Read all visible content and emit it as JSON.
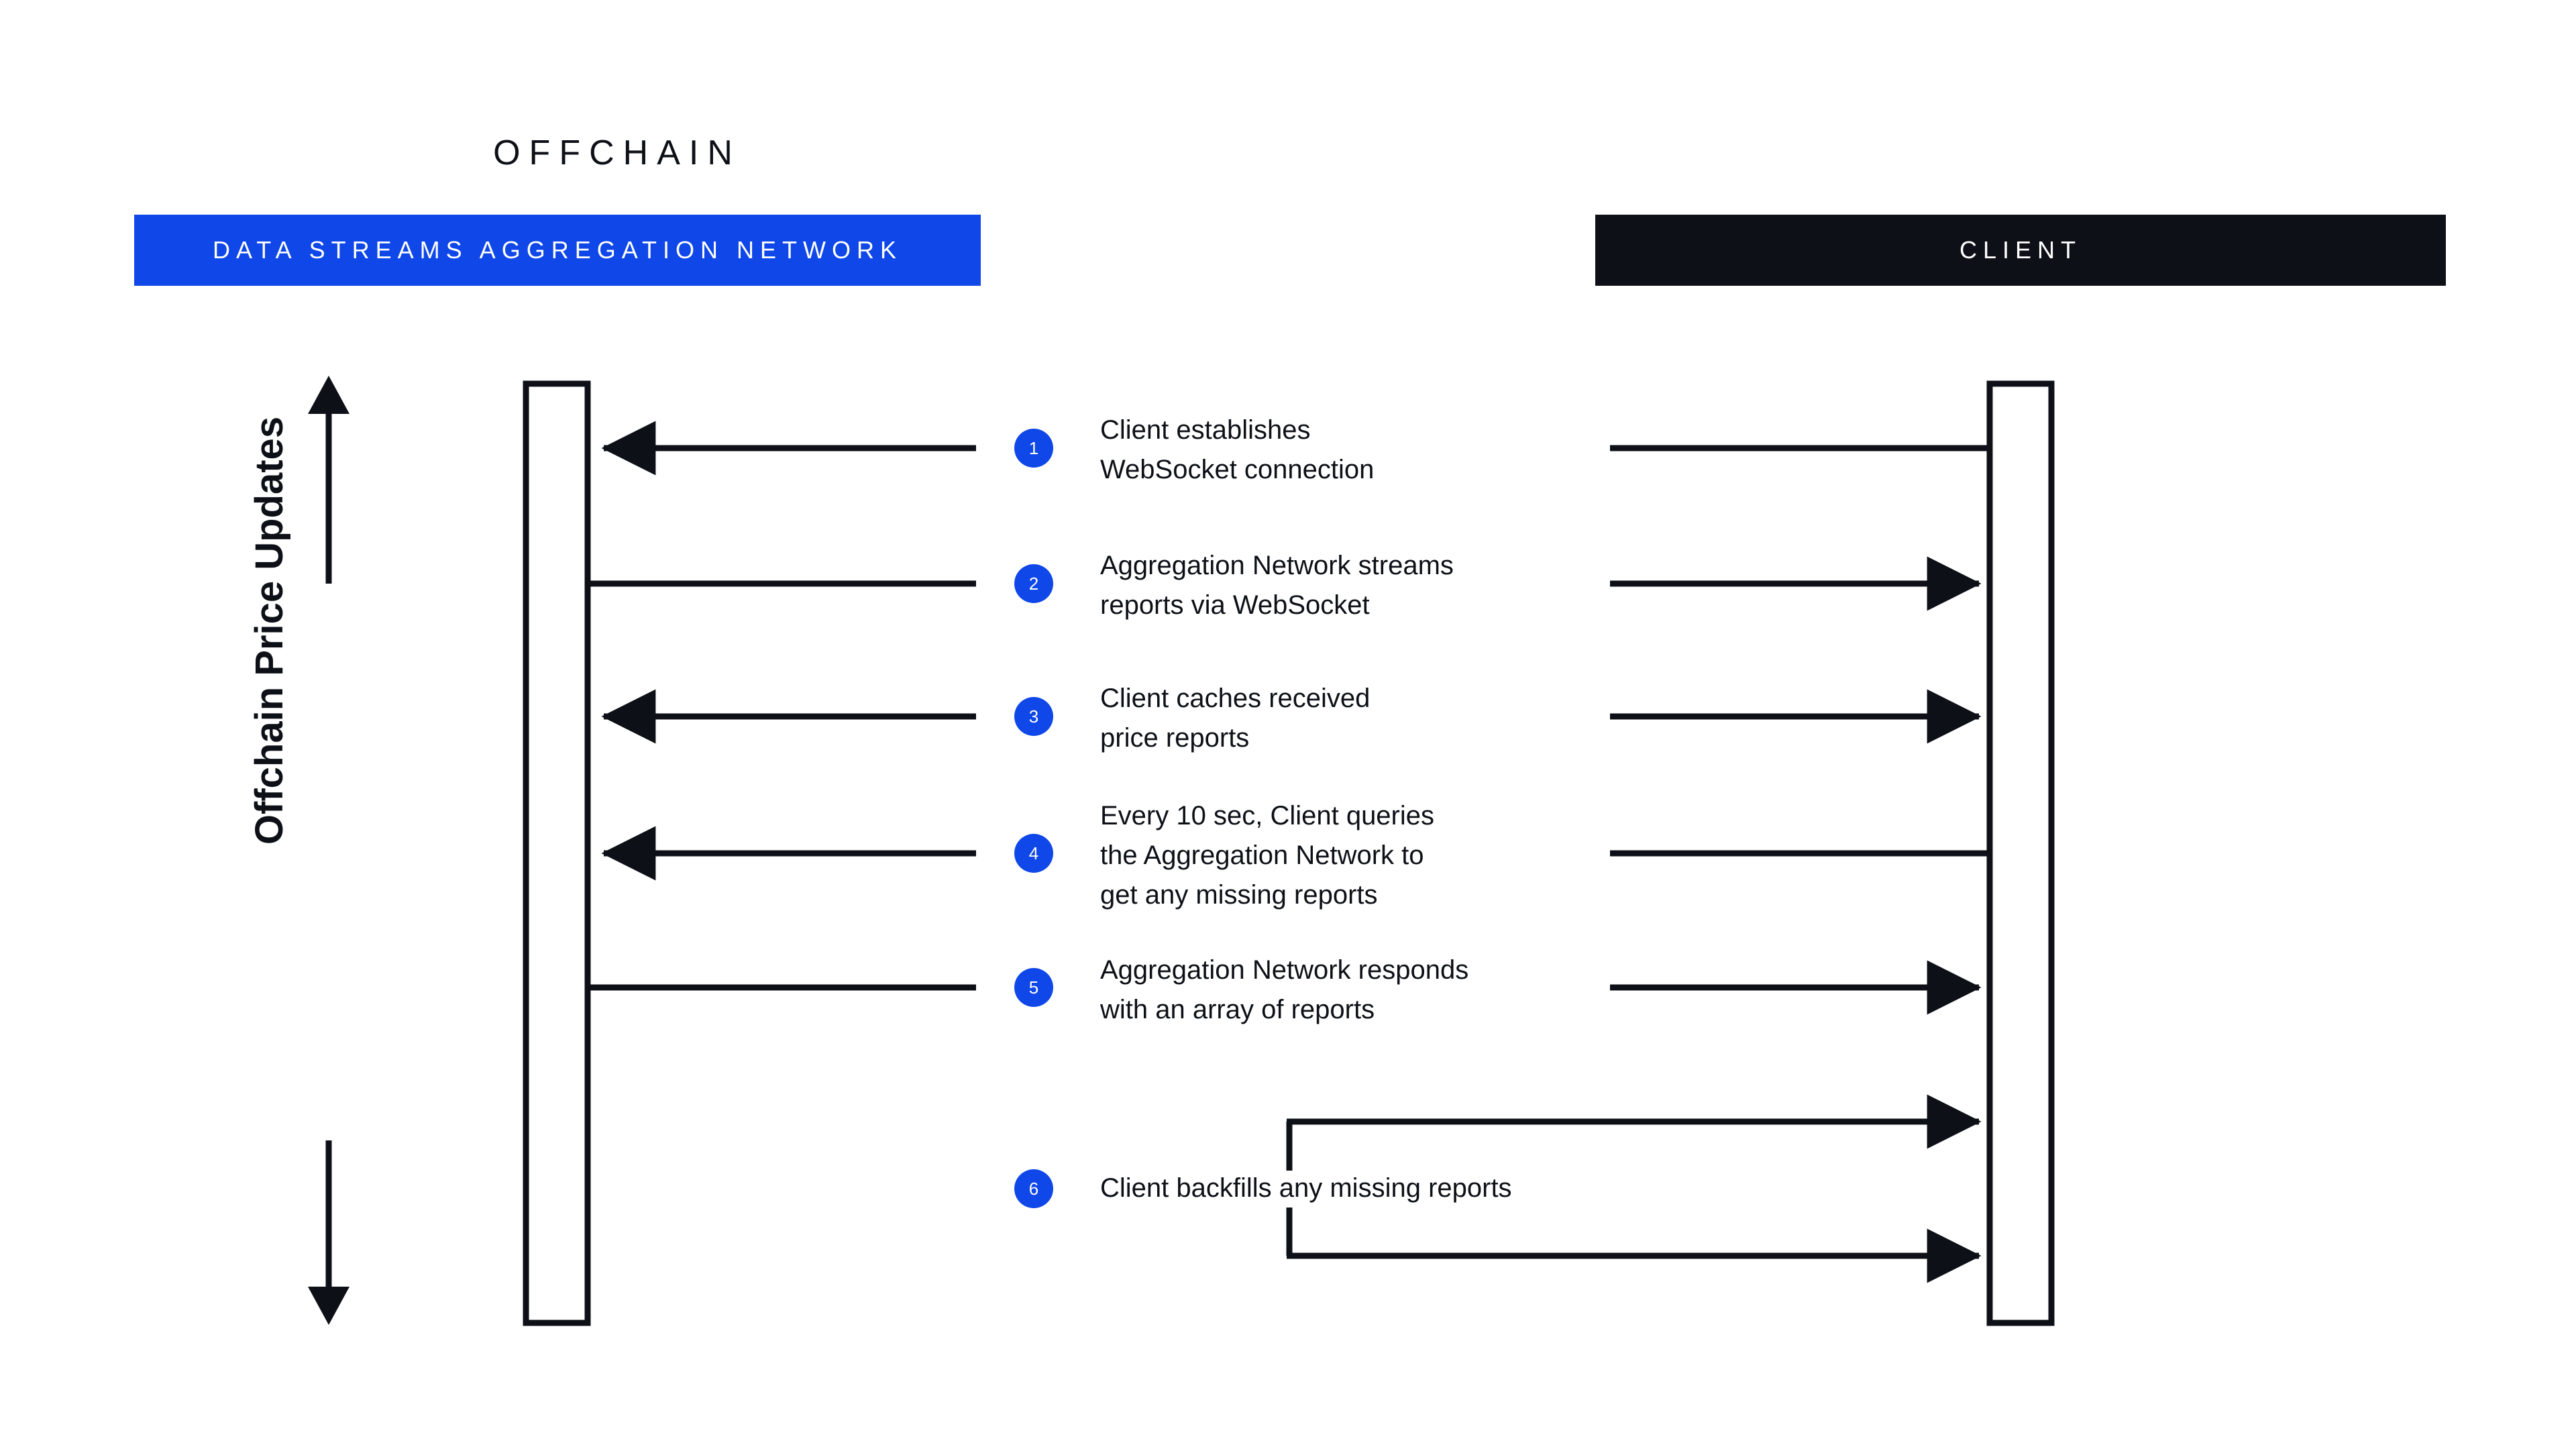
{
  "title": "OFFCHAIN",
  "colors": {
    "accent_blue": "#0f47e8",
    "dark": "#0d1117",
    "background": "#ffffff",
    "line": "#0d1117"
  },
  "actors": [
    {
      "id": "aggregation-network",
      "label": "DATA STREAMS AGGREGATION NETWORK",
      "bar_color": "#0f47e8"
    },
    {
      "id": "client",
      "label": "CLIENT",
      "bar_color": "#0d1117"
    }
  ],
  "axis": {
    "label": "Offchain Price Updates",
    "direction": "bidirectional",
    "top_arrow": "up-arrow",
    "bottom_arrow": "down-arrow"
  },
  "steps": [
    {
      "number": "1",
      "text": "Client establishes\nWebSocket connection",
      "left_arrow": "arrow-left",
      "right_arrow": "none"
    },
    {
      "number": "2",
      "text": "Aggregation Network streams\nreports via WebSocket",
      "left_arrow": "none",
      "right_arrow": "arrow-right"
    },
    {
      "number": "3",
      "text": "Client caches received\nprice reports",
      "left_arrow": "arrow-left",
      "right_arrow": "arrow-right"
    },
    {
      "number": "4",
      "text": "Every 10 sec, Client queries\nthe Aggregation Network to\nget any missing reports",
      "left_arrow": "arrow-left",
      "right_arrow": "none"
    },
    {
      "number": "5",
      "text": "Aggregation Network responds\nwith an array of reports",
      "left_arrow": "none",
      "right_arrow": "arrow-right"
    },
    {
      "number": "6",
      "text": "Client backfills any missing reports",
      "left_arrow": "none",
      "right_arrow": "self-loop-right"
    }
  ]
}
